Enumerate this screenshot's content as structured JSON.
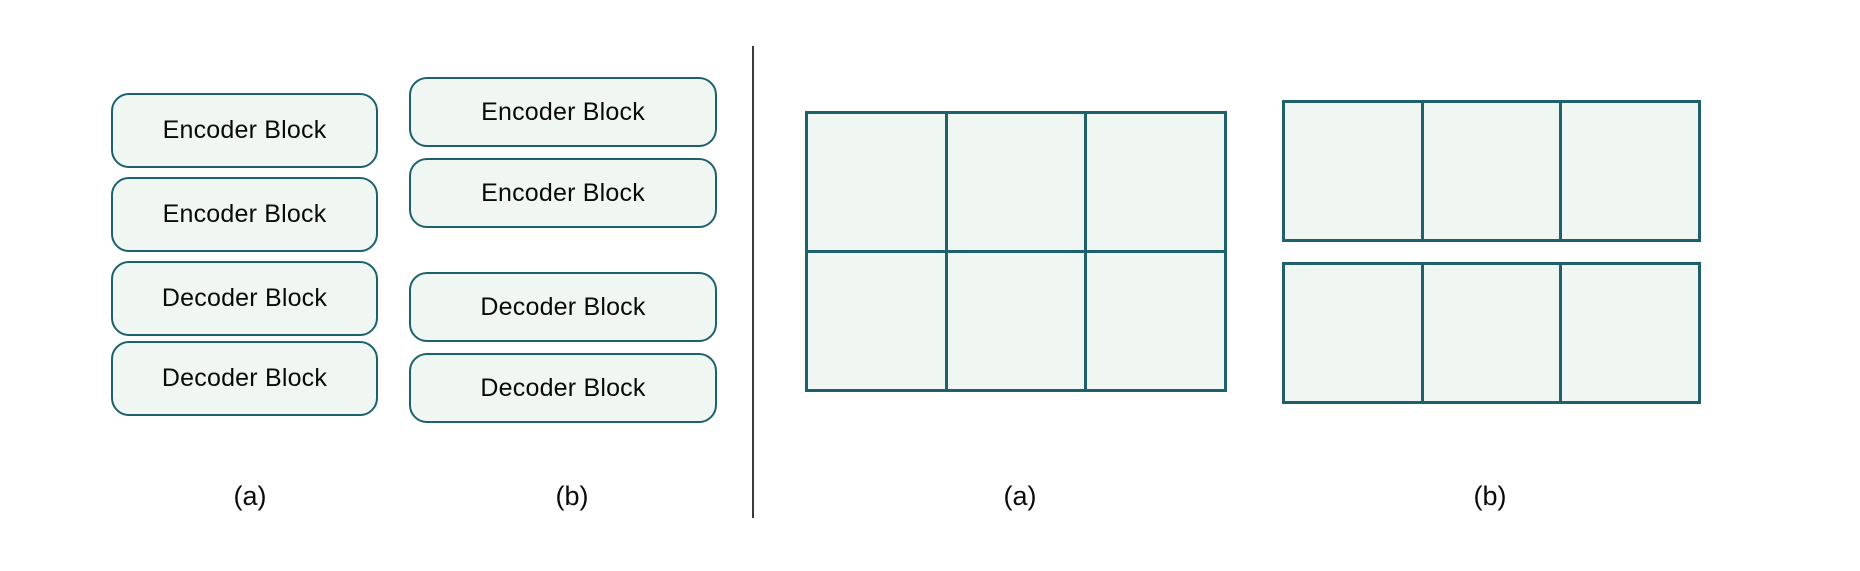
{
  "figure_left": {
    "column_a": {
      "caption": "(a)",
      "blocks": [
        "Encoder Block",
        "Encoder Block",
        "Decoder Block",
        "Decoder Block"
      ]
    },
    "column_b": {
      "caption": "(b)",
      "encoder_blocks": [
        "Encoder Block",
        "Encoder Block"
      ],
      "decoder_blocks": [
        "Decoder Block",
        "Decoder Block"
      ]
    }
  },
  "figure_right": {
    "grid_a": {
      "caption": "(a)",
      "rows": 2,
      "cols": 3,
      "layout": "joined"
    },
    "grid_b": {
      "caption": "(b)",
      "rows": 2,
      "cols": 3,
      "layout": "rows-separated"
    }
  },
  "colors": {
    "box_border": "#1e616d",
    "box_fill": "#f0f7f3",
    "divider": "#3a3a3a",
    "text": "#0a0a0a"
  }
}
